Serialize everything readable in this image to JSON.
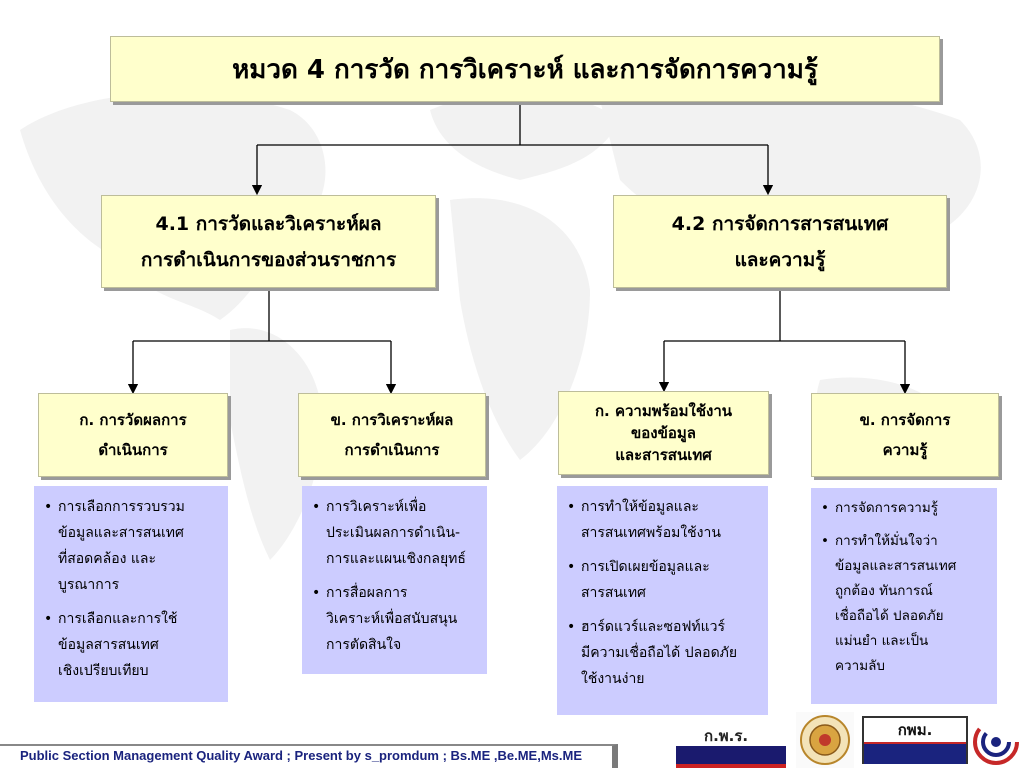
{
  "title": "หมวด 4 การวัด การวิเคราะห์ และการจัดการความรู้",
  "level2": [
    {
      "lines": [
        "4.1 การวัดและวิเคราะห์ผล",
        "การดำเนินการของส่วนราชการ"
      ]
    },
    {
      "lines": [
        "4.2 การจัดการสารสนเทศ",
        "และความรู้"
      ]
    }
  ],
  "level3": [
    {
      "lines": [
        "ก. การวัดผลการ",
        "ดำเนินการ"
      ]
    },
    {
      "lines": [
        "ข. การวิเคราะห์ผล",
        "การดำเนินการ"
      ]
    },
    {
      "lines": [
        "ก. ความพร้อมใช้งาน",
        "ของข้อมูล",
        "และสารสนเทศ"
      ]
    },
    {
      "lines": [
        "ข. การจัดการ",
        "ความรู้"
      ]
    }
  ],
  "details": [
    [
      [
        "การเลือกการรวบรวม",
        "ข้อมูลและสารสนเทศ",
        "ที่สอดคล้อง และ",
        "บูรณาการ"
      ],
      [
        "การเลือกและการใช้",
        "ข้อมูลสารสนเทศ",
        "เชิงเปรียบเทียบ"
      ]
    ],
    [
      [
        "การวิเคราะห์เพื่อ",
        "ประเมินผลการดำเนิน-",
        "การและแผนเชิงกลยุทธ์"
      ],
      [
        "การสื่อผลการ",
        "วิเคราะห์เพื่อสนับสนุน",
        "การตัดสินใจ"
      ]
    ],
    [
      [
        "การทำให้ข้อมูลและ",
        "สารสนเทศพร้อมใช้งาน"
      ],
      [
        "การเปิดเผยข้อมูลและ",
        "สารสนเทศ"
      ],
      [
        "ฮาร์ดแวร์และซอฟท์แวร์",
        "มีความเชื่อถือได้ ปลอดภัย",
        "ใช้งานง่าย"
      ]
    ],
    [
      [
        "การจัดการความรู้"
      ],
      [
        "การทำให้มั่นใจว่า",
        "ข้อมูลและสารสนเทศ",
        "ถูกต้อง ทันการณ์",
        "เชื่อถือได้ ปลอดภัย",
        "แม่นยำ และเป็น",
        "ความลับ"
      ]
    ]
  ],
  "footer": "Public Section Management Quality Award  ; Present by s_promdum ; Bs.ME ,Be.ME,Ms.ME",
  "logos": {
    "kpr": "ก.พ.ร.",
    "kpb": "กพม."
  },
  "colors": {
    "box_fill": "#ffffcc",
    "detail_fill": "#ccccff",
    "footer_text": "#1a237e"
  }
}
